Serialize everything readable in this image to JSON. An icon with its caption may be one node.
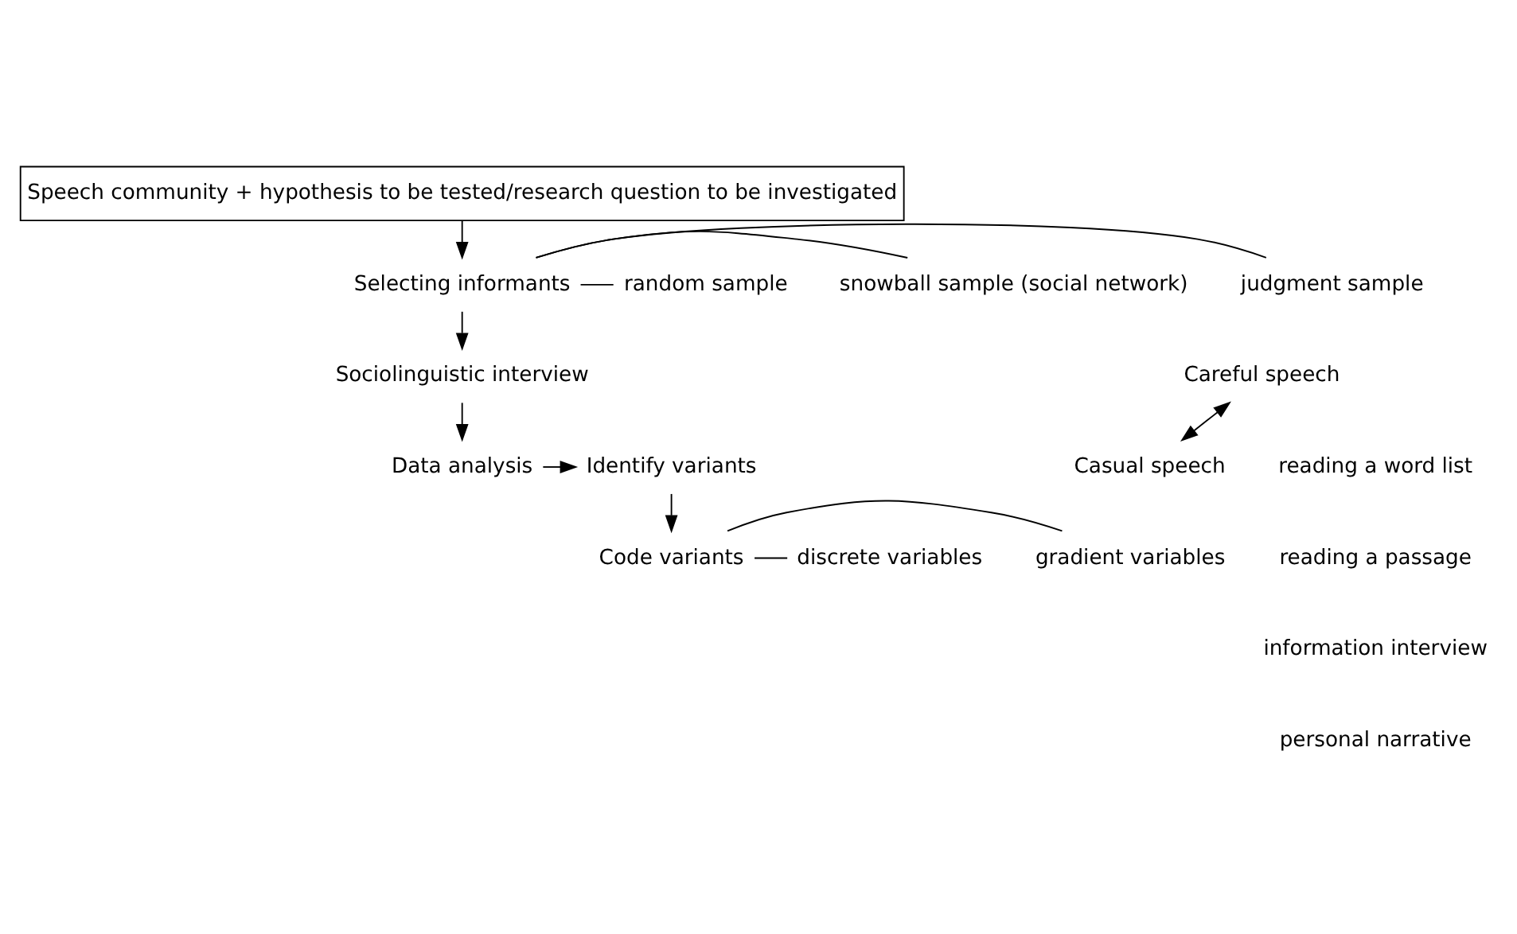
{
  "diagram": {
    "nodes": [
      {
        "text": [
          "Speech community + hypothesis to be tested/research question to be investigated"
        ]
      },
      {
        "text": [
          "Selecting informants"
        ]
      },
      {
        "text": [
          "judgment sample"
        ]
      },
      {
        "text": [
          "snowball sample (social network)"
        ]
      },
      {
        "text": [
          "random sample"
        ]
      },
      {
        "text": [
          "Sociolinguistic interview"
        ]
      },
      {
        "text": [
          "Careful speech"
        ]
      },
      {
        "text": [
          "Casual speech"
        ]
      },
      {
        "text": [
          "reading a word list"
        ]
      },
      {
        "text": [
          "reading a passage"
        ]
      },
      {
        "text": [
          "information interview"
        ]
      },
      {
        "text": [
          "personal narrative"
        ]
      },
      {
        "text": [
          "Data analysis"
        ]
      },
      {
        "text": [
          "Identify variants"
        ]
      },
      {
        "text": [
          "Code variants"
        ]
      },
      {
        "text": [
          "gradient variables"
        ]
      },
      {
        "text": [
          "discrete variables"
        ]
      }
    ],
    "edges": [
      {
        "from": 0,
        "to": 1,
        "arrow": "to"
      },
      {
        "from": 1,
        "to": 2,
        "arrow": "none"
      },
      {
        "from": 1,
        "to": 3,
        "arrow": "none"
      },
      {
        "from": 1,
        "to": 4,
        "arrow": "none"
      },
      {
        "from": 1,
        "to": 5,
        "arrow": "to"
      },
      {
        "from": 6,
        "to": 7,
        "arrow": "both"
      },
      {
        "from": 5,
        "to": 12,
        "arrow": "to"
      },
      {
        "from": 12,
        "to": 13,
        "arrow": "to"
      },
      {
        "from": 13,
        "to": 14,
        "arrow": "to"
      },
      {
        "from": 14,
        "to": 15,
        "arrow": "none"
      },
      {
        "from": 14,
        "to": 16,
        "arrow": "none"
      }
    ]
  }
}
